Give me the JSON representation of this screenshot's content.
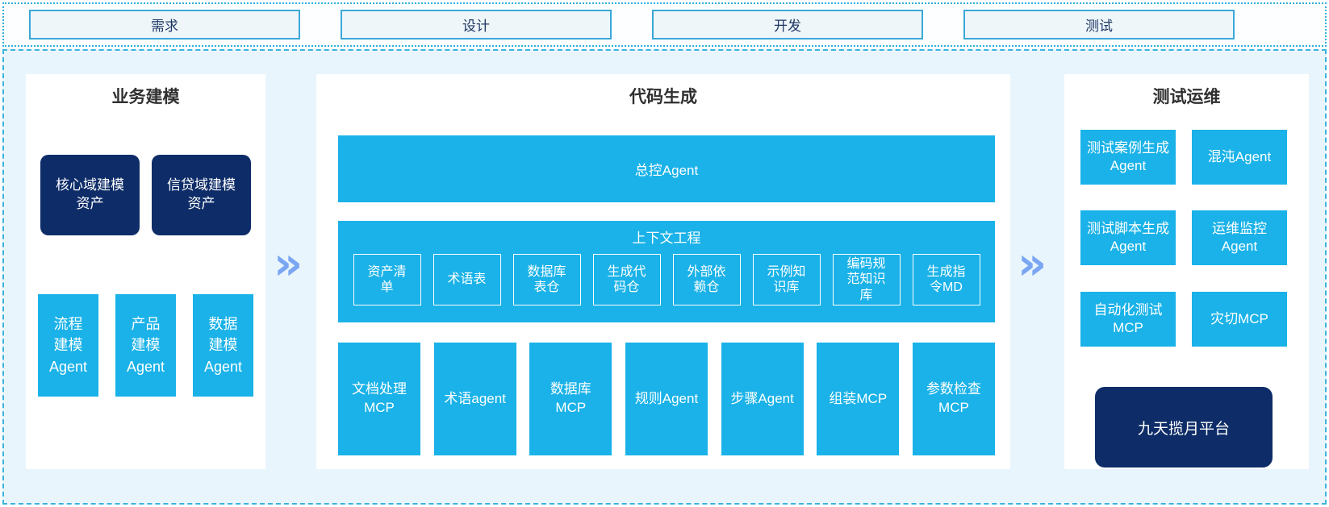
{
  "phases": [
    {
      "label": "需求"
    },
    {
      "label": "设计"
    },
    {
      "label": "开发"
    },
    {
      "label": "测试"
    }
  ],
  "icons": {
    "flow_arrow": "»"
  },
  "colors": {
    "cyan": "#1ab2e8",
    "navy": "#0e2d68",
    "arrow_blue": "#7aa6f2",
    "container_bg": "#e9f5fc",
    "dashed_border": "#3cb4dc",
    "phase_border": "#3aa8d8",
    "phase_text": "#1f3864"
  },
  "panels": {
    "business": {
      "title": "业务建模",
      "asset_boxes": [
        {
          "label": "核心域建模资产"
        },
        {
          "label": "信贷域建模资产"
        }
      ],
      "agent_boxes": [
        {
          "label": "流程建模Agent"
        },
        {
          "label": "产品建模Agent"
        },
        {
          "label": "数据建模Agent"
        }
      ]
    },
    "codegen": {
      "title": "代码生成",
      "master_agent": "总控Agent",
      "context": {
        "title": "上下文工程",
        "items": [
          "资产清单",
          "术语表",
          "数据库表仓",
          "生成代码仓",
          "外部依赖仓",
          "示例知识库",
          "编码规范知识库",
          "生成指令MD"
        ]
      },
      "tools": [
        "文档处理MCP",
        "术语agent",
        "数据库MCP",
        "规则Agent",
        "步骤Agent",
        "组装MCP",
        "参数检查MCP"
      ]
    },
    "testops": {
      "title": "测试运维",
      "boxes": [
        "测试案例生成Agent",
        "混沌Agent",
        "测试脚本生成Agent",
        "运维监控Agent",
        "自动化测试MCP",
        "灾切MCP"
      ],
      "platform": "九天揽月平台"
    }
  }
}
